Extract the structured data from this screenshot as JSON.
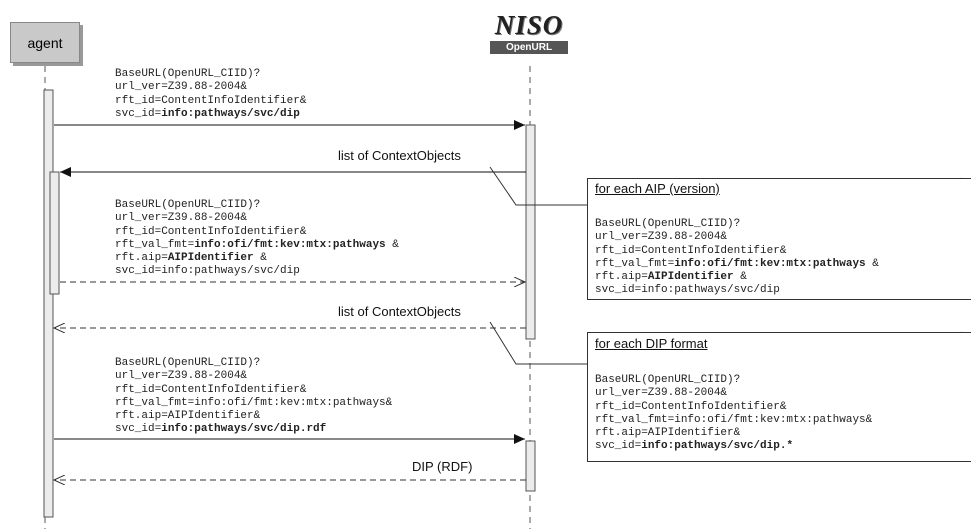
{
  "actors": {
    "agent": {
      "label": "agent"
    },
    "openurl": {
      "logo_text": "NISO",
      "label": "OpenURL"
    }
  },
  "messages": [
    {
      "lines": [
        {
          "plain": "BaseURL(OpenURL_CIID)?",
          "bold": ""
        },
        {
          "plain": "url_ver=Z39.88-2004&",
          "bold": ""
        },
        {
          "plain": "rft_id=ContentInfoIdentifier&",
          "bold": ""
        },
        {
          "plain": "svc_id=",
          "bold": "info:pathways/svc/dip",
          "tail": ""
        }
      ]
    },
    {
      "label": "list of ContextObjects"
    },
    {
      "lines": [
        {
          "plain": "BaseURL(OpenURL_CIID)?",
          "bold": ""
        },
        {
          "plain": "url_ver=Z39.88-2004&",
          "bold": ""
        },
        {
          "plain": "rft_id=ContentInfoIdentifier&",
          "bold": ""
        },
        {
          "plain": "rft_val_fmt=",
          "bold": "info:ofi/fmt:kev:mtx:pathways",
          "tail": " &"
        },
        {
          "plain": "rft.aip=",
          "bold": "AIPIdentifier",
          "tail": " &"
        },
        {
          "plain": "svc_id=info:pathways/svc/dip",
          "bold": ""
        }
      ]
    },
    {
      "label": "list of ContextObjects"
    },
    {
      "lines": [
        {
          "plain": "BaseURL(OpenURL_CIID)?",
          "bold": ""
        },
        {
          "plain": "url_ver=Z39.88-2004&",
          "bold": ""
        },
        {
          "plain": "rft_id=ContentInfoIdentifier&",
          "bold": ""
        },
        {
          "plain": "rft_val_fmt=info:ofi/fmt:kev:mtx:pathways&",
          "bold": ""
        },
        {
          "plain": "rft.aip=AIPIdentifier&",
          "bold": ""
        },
        {
          "plain": "svc_id=",
          "bold": "info:pathways/svc/dip.rdf",
          "tail": ""
        }
      ]
    },
    {
      "label": "DIP (RDF)"
    }
  ],
  "notes": [
    {
      "title": "for each AIP (version)",
      "lines": [
        {
          "plain": "BaseURL(OpenURL_CIID)?",
          "bold": ""
        },
        {
          "plain": "url_ver=Z39.88-2004&",
          "bold": ""
        },
        {
          "plain": "rft_id=ContentInfoIdentifier&",
          "bold": ""
        },
        {
          "plain": "rft_val_fmt=",
          "bold": "info:ofi/fmt:kev:mtx:pathways",
          "tail": " &"
        },
        {
          "plain": "rft.aip=",
          "bold": "AIPIdentifier",
          "tail": " &"
        },
        {
          "plain": "svc_id=info:pathways/svc/dip",
          "bold": ""
        }
      ]
    },
    {
      "title": "for each DIP format",
      "lines": [
        {
          "plain": "BaseURL(OpenURL_CIID)?",
          "bold": ""
        },
        {
          "plain": "url_ver=Z39.88-2004&",
          "bold": ""
        },
        {
          "plain": "rft_id=ContentInfoIdentifier&",
          "bold": ""
        },
        {
          "plain": "rft_val_fmt=info:ofi/fmt:kev:mtx:pathways&",
          "bold": ""
        },
        {
          "plain": "rft.aip=AIPIdentifier&",
          "bold": ""
        },
        {
          "plain": "svc_id=",
          "bold": "info:pathways/svc/dip.*",
          "tail": ""
        }
      ]
    }
  ]
}
